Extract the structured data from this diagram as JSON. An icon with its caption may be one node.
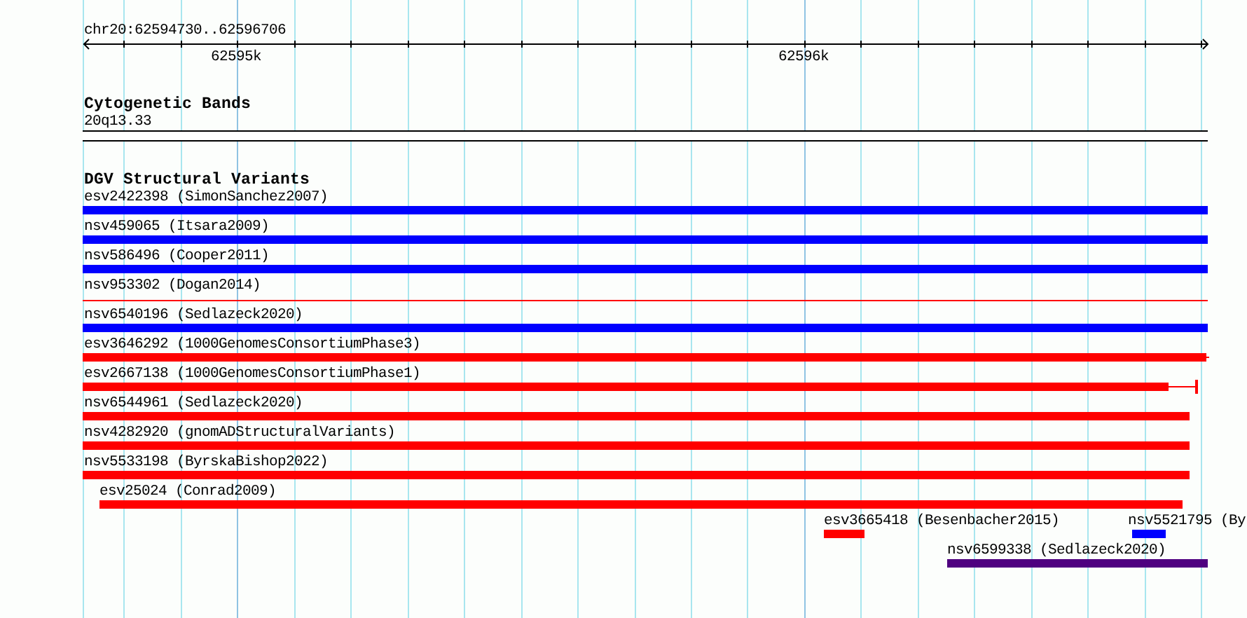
{
  "diagram": {
    "nodes": [
      {
        "text": [
          "20q13.33"
        ]
      },
      {
        "text": [
          "esv2422398 (SimonSanchez2007)"
        ]
      },
      {
        "text": [
          "nsv459065 (Itsara2009)"
        ]
      },
      {
        "text": [
          "nsv586496 (Cooper2011)"
        ]
      },
      {
        "text": [
          "nsv953302 (Dogan2014)"
        ]
      },
      {
        "text": [
          "nsv6540196 (Sedlazeck2020)"
        ]
      },
      {
        "text": [
          "esv3646292 (1000GenomesConsortiumPhase3)"
        ]
      },
      {
        "text": [
          "esv2667138 (1000GenomesConsortiumPhase1)"
        ]
      },
      {
        "text": [
          "nsv6544961 (Sedlazeck2020)"
        ]
      },
      {
        "text": [
          "nsv4282920 (gnomADStructuralVariants)"
        ]
      },
      {
        "text": [
          "nsv5533198 (ByrskaBishop2022)"
        ]
      },
      {
        "text": [
          "esv25024 (Conrad2009)"
        ]
      },
      {
        "text": [
          "esv3665418 (Besenbacher2015)"
        ]
      },
      {
        "text": [
          "nsv5521795 (By"
        ]
      },
      {
        "text": [
          "nsv6599338 (Sedlazeck2020)"
        ]
      }
    ],
    "labels": [
      "chr20:62594730..62596706",
      "62595k",
      "62596k",
      "Cytogenetic Bands",
      "DGV Structural Variants"
    ]
  }
}
